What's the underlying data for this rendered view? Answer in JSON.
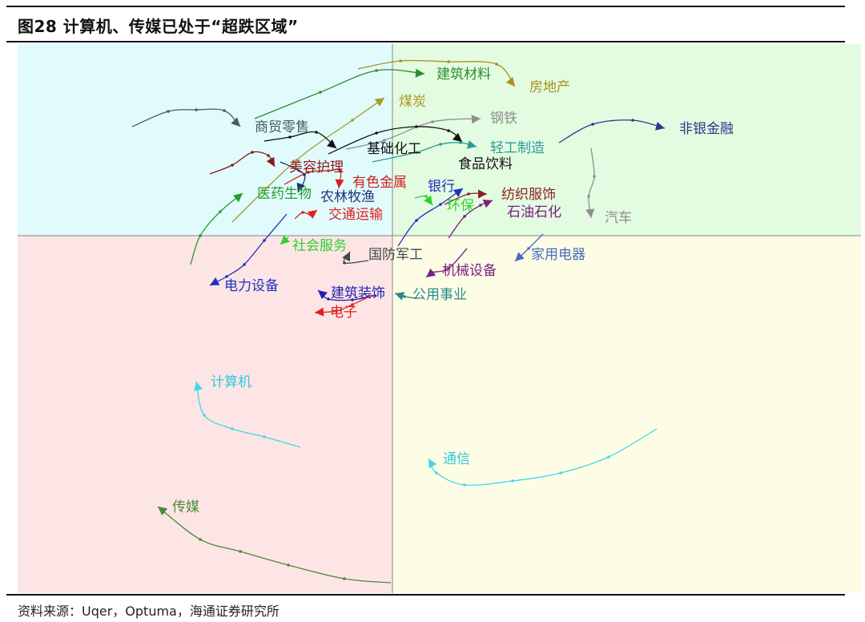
{
  "title": "图28 计算机、传媒已处于“超跌区域”",
  "footer": "资料来源：Uqer，Optuma，海通证券研究所",
  "chart_data": {
    "type": "scatter",
    "subtype": "relative-rotation-graph",
    "title": "图28 计算机、传媒已处于“超跌区域”",
    "xlabel": "",
    "ylabel": "",
    "xlim": [
      90.64,
      111.7
    ],
    "ylim": [
      91.08,
      104.78
    ],
    "center": [
      100,
      100
    ],
    "grid": false,
    "quadrant_colors": {
      "top_left": "#e1fbfd",
      "top_right": "#e3fbe1",
      "bottom_left": "#fde5e5",
      "bottom_right": "#fdfde6"
    },
    "series": [
      {
        "name": "建筑材料",
        "color": "#2e8b2e",
        "points": [
          [
            96.56,
            102.92
          ],
          [
            98.2,
            103.58
          ],
          [
            99.6,
            104.12
          ],
          [
            100.8,
            104.04
          ]
        ]
      },
      {
        "name": "房地产",
        "color": "#a8921e",
        "points": [
          [
            99.14,
            104.16
          ],
          [
            100.2,
            104.36
          ],
          [
            101.4,
            104.34
          ],
          [
            102.6,
            104.28
          ],
          [
            103.06,
            103.72
          ]
        ]
      },
      {
        "name": "商贸零售",
        "color": "#4a5a5a",
        "points": [
          [
            93.5,
            102.72
          ],
          [
            94.4,
            103.1
          ],
          [
            95.1,
            103.14
          ],
          [
            95.8,
            103.12
          ],
          [
            96.2,
            102.72
          ]
        ]
      },
      {
        "name": "煤炭",
        "color": "#a89a22",
        "points": [
          [
            96,
            100.34
          ],
          [
            97.6,
            101.88
          ],
          [
            99,
            102.88
          ],
          [
            99.8,
            103.44
          ]
        ]
      },
      {
        "name": "钢铁",
        "color": "#8e8e8e",
        "points": [
          [
            98.84,
            102.16
          ],
          [
            99.8,
            102.38
          ],
          [
            101,
            102.84
          ],
          [
            102.2,
            102.92
          ]
        ]
      },
      {
        "name": "食品饮料",
        "color": "#111111",
        "points": [
          [
            98.4,
            102.04
          ],
          [
            99.6,
            102.56
          ],
          [
            100.6,
            102.72
          ],
          [
            101.4,
            102.62
          ],
          [
            101.74,
            102.34
          ]
        ]
      },
      {
        "name": "轻工制造",
        "color": "#2a9a9a",
        "points": [
          [
            99.5,
            101.84
          ],
          [
            100.6,
            102.08
          ],
          [
            101.2,
            102.28
          ],
          [
            101.7,
            102.32
          ],
          [
            102.1,
            102.22
          ]
        ]
      },
      {
        "name": "基础化工",
        "color": "#111111",
        "points": [
          [
            96.8,
            102.36
          ],
          [
            97.44,
            102.46
          ],
          [
            98.1,
            102.58
          ],
          [
            98.6,
            102.18
          ]
        ]
      },
      {
        "name": "非银金融",
        "color": "#2a3a8a",
        "points": [
          [
            104.16,
            102.32
          ],
          [
            105,
            102.78
          ],
          [
            106,
            102.88
          ],
          [
            106.8,
            102.68
          ]
        ]
      },
      {
        "name": "汽车",
        "color": "#8e8e8e",
        "points": [
          [
            104.96,
            102.18
          ],
          [
            105.04,
            101.48
          ],
          [
            104.9,
            100.98
          ],
          [
            104.96,
            100.44
          ]
        ]
      },
      {
        "name": "美容护理",
        "color": "#8b1a1a",
        "points": [
          [
            95.44,
            101.54
          ],
          [
            96,
            101.76
          ],
          [
            96.5,
            102.08
          ],
          [
            96.9,
            102
          ],
          [
            97.06,
            101.72
          ]
        ]
      },
      {
        "name": "有色金属",
        "color": "#d02020",
        "points": [
          [
            97.3,
            101.28
          ],
          [
            97.9,
            101.58
          ],
          [
            98.4,
            101.62
          ],
          [
            98.7,
            101.62
          ],
          [
            98.66,
            101.18
          ]
        ]
      },
      {
        "name": "医药生物",
        "color": "#2a9a2a",
        "points": [
          [
            94.96,
            99.28
          ],
          [
            95.2,
            100
          ],
          [
            95.7,
            100.6
          ],
          [
            96.26,
            101.06
          ]
        ]
      },
      {
        "name": "农林牧渔",
        "color": "#20307a",
        "points": [
          [
            97.2,
            101.84
          ],
          [
            97.8,
            101.52
          ],
          [
            97.64,
            101.08
          ]
        ]
      },
      {
        "name": "交通运输",
        "color": "#e02020",
        "points": [
          [
            97.56,
            100.42
          ],
          [
            97.76,
            100.58
          ],
          [
            97.96,
            100.52
          ],
          [
            98.12,
            100.64
          ]
        ]
      },
      {
        "name": "银行",
        "color": "#2030c0",
        "points": [
          [
            100.14,
            99.74
          ],
          [
            100.6,
            100.38
          ],
          [
            101.2,
            100.78
          ],
          [
            101.76,
            101.18
          ]
        ]
      },
      {
        "name": "环保",
        "color": "#30d030",
        "points": [
          [
            100.56,
            100.94
          ],
          [
            100.84,
            100.98
          ],
          [
            101,
            100.76
          ]
        ]
      },
      {
        "name": "纺织服饰",
        "color": "#8b2020",
        "points": [
          [
            101.3,
            100.78
          ],
          [
            101.9,
            101.04
          ],
          [
            102.36,
            101.04
          ]
        ]
      },
      {
        "name": "石油石化",
        "color": "#7a2080",
        "points": [
          [
            101.4,
            99.94
          ],
          [
            101.8,
            100.48
          ],
          [
            102.2,
            100.76
          ],
          [
            102.5,
            100.88
          ]
        ]
      },
      {
        "name": "社会服务",
        "color": "#30d030",
        "points": [
          [
            97.4,
            99.96
          ],
          [
            97.2,
            99.78
          ]
        ]
      },
      {
        "name": "电力设备",
        "color": "#2030c0",
        "points": [
          [
            97.36,
            100.54
          ],
          [
            96.8,
            99.88
          ],
          [
            96.3,
            99.28
          ],
          [
            95.86,
            98.98
          ],
          [
            95.44,
            98.76
          ]
        ]
      },
      {
        "name": "国防军工",
        "color": "#404a4a",
        "points": [
          [
            99.4,
            99.38
          ],
          [
            98.8,
            99.32
          ],
          [
            98.94,
            99.6
          ]
        ]
      },
      {
        "name": "机械设备",
        "color": "#7a2080",
        "points": [
          [
            101.86,
            99.68
          ],
          [
            101.4,
            99.18
          ],
          [
            101,
            99.08
          ],
          [
            100.84,
            98.96
          ]
        ]
      },
      {
        "name": "家用电器",
        "color": "#4a6ac0",
        "points": [
          [
            103.76,
            100.04
          ],
          [
            103.4,
            99.68
          ],
          [
            103.06,
            99.36
          ]
        ]
      },
      {
        "name": "建筑装饰",
        "color": "#2020b0",
        "points": [
          [
            99.6,
            98.52
          ],
          [
            99,
            98.4
          ],
          [
            98.4,
            98.42
          ],
          [
            98.14,
            98.64
          ]
        ]
      },
      {
        "name": "公用事业",
        "color": "#2a8a8a",
        "points": [
          [
            100.6,
            98.44
          ],
          [
            100.3,
            98.48
          ],
          [
            100.06,
            98.56
          ]
        ]
      },
      {
        "name": "电子",
        "color": "#e02020",
        "points": [
          [
            99.5,
            98.52
          ],
          [
            99,
            98.28
          ],
          [
            98.6,
            98.12
          ],
          [
            98.06,
            98.08
          ]
        ]
      },
      {
        "name": "计算机",
        "color": "#40d8e8",
        "points": [
          [
            97.7,
            94.72
          ],
          [
            96.8,
            94.98
          ],
          [
            96,
            95.18
          ],
          [
            95.3,
            95.52
          ],
          [
            95.1,
            96.36
          ]
        ]
      },
      {
        "name": "通信",
        "color": "#40d8e8",
        "points": [
          [
            106.6,
            95.18
          ],
          [
            105.4,
            94.48
          ],
          [
            104.2,
            94.08
          ],
          [
            103,
            93.88
          ],
          [
            101.8,
            93.78
          ],
          [
            101.1,
            94.08
          ],
          [
            100.9,
            94.44
          ]
        ]
      },
      {
        "name": "传媒",
        "color": "#4a8a3a",
        "points": [
          [
            99.96,
            91.34
          ],
          [
            98.8,
            91.44
          ],
          [
            97.4,
            91.78
          ],
          [
            96.2,
            92.12
          ],
          [
            95.2,
            92.42
          ],
          [
            94.14,
            93.24
          ]
        ]
      }
    ]
  }
}
